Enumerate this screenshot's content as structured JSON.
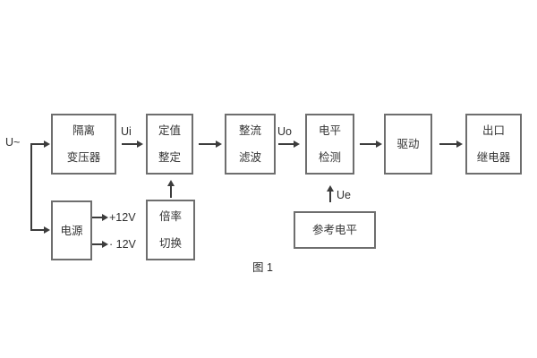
{
  "colors": {
    "background": "#ffffff",
    "line": "#3c3c3c",
    "box_border": "#6e6e6e",
    "text": "#333333"
  },
  "figure": {
    "caption": "图 1"
  },
  "diagram": {
    "input_label": "U~",
    "blocks": [
      {
        "name": "isolation-transformer",
        "lines": [
          "隔离",
          "变压器"
        ]
      },
      {
        "name": "setting-adjustment",
        "lines": [
          "定值",
          "整定"
        ]
      },
      {
        "name": "rectifier-filter",
        "lines": [
          "整流",
          "滤波"
        ]
      },
      {
        "name": "level-detection",
        "lines": [
          "电平",
          "检测"
        ]
      },
      {
        "name": "drive",
        "lines": [
          "驱动"
        ]
      },
      {
        "name": "output-relay",
        "lines": [
          "出口",
          "继电器"
        ]
      },
      {
        "name": "power-supply",
        "lines": [
          "电源"
        ]
      },
      {
        "name": "ratio-switch",
        "lines": [
          "倍率",
          "切换"
        ]
      },
      {
        "name": "reference-level",
        "lines": [
          "参考电平"
        ]
      }
    ],
    "signals": {
      "ui": "Ui",
      "uo": "Uo",
      "ue": "Ue",
      "plus12": "+12V",
      "minus12": "· 12V"
    }
  }
}
